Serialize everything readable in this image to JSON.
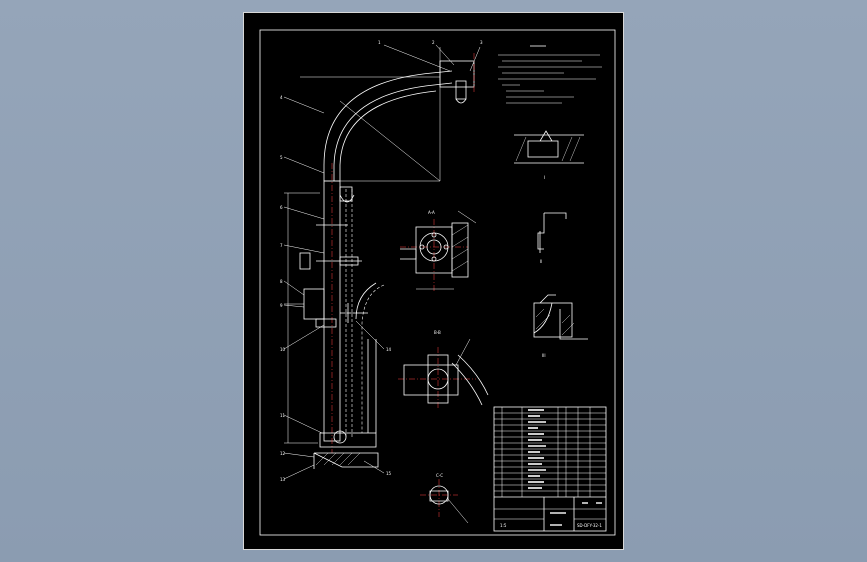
{
  "drawing": {
    "title_block": {
      "drawing_number": "SD-DFY-32-1",
      "scale_label": "1:5"
    },
    "views": {
      "section_a": "A-A",
      "section_b": "B-B",
      "section_c": "C-C"
    }
  },
  "colors": {
    "background": "#000000",
    "lines": "#ffffff",
    "accent": "#ffff66",
    "centerline": "#ff4040",
    "viewport": "#8fa0b4"
  }
}
